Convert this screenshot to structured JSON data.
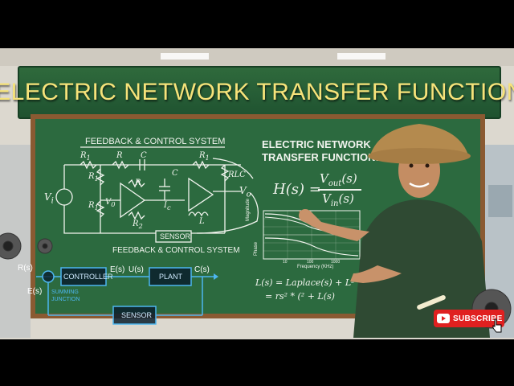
{
  "banner": {
    "title": "ELECTRIC NETWORK TRANSFER FUNCTION"
  },
  "board": {
    "circuit_heading": "FEEDBACK & CONTROL SYSTEM",
    "circuit_caption": "FEEDBACK & CONTROL SYSTEM",
    "sensor_box": "SENSOR",
    "circuit_labels": {
      "r1a": "R",
      "r1a_sub": "1",
      "r_top": "R",
      "c_top": "C",
      "r1_right": "R",
      "r1_right_sub": "1",
      "r1_left": "R",
      "r1_left_sub": "1",
      "r_mid": "R",
      "c_mid": "C",
      "rlc": "RLC",
      "r1_low": "R",
      "r1_low_sub": "1",
      "v0_node": "V",
      "v0_node_sub": "0",
      "vi": "V",
      "vi_sub": "i",
      "ic": "I",
      "ic_sub": "c",
      "r2": "R",
      "r2_sub": "2",
      "l": "L",
      "vo": "V",
      "vo_sub": "o"
    },
    "tf_heading_line1": "ELECTRIC NETWORK",
    "tf_heading_line2": "TRANSFER FUNCTION:",
    "tf_lhs": "H(s) =",
    "tf_numerator": "V",
    "tf_numerator_sub": "out",
    "tf_numerator_arg": "(s)",
    "tf_denominator": "V",
    "tf_denominator_sub": "in",
    "tf_denominator_arg": "(s)",
    "bode": {
      "y_label_top": "Magnitude",
      "y_label_bottom": "Phase",
      "x_label": "Frequency (KHz)",
      "x_ticks": [
        "10",
        "100",
        "1000"
      ]
    },
    "eq1": "L(s) = Laplace(s) + L² * I(s)",
    "eq2": "= rs² * (² + L(s)",
    "block_diagram": {
      "input": "R(s)",
      "error_label": "E(s)",
      "controller": "CONTROLLER",
      "e_out": "E(s)",
      "u_out": "U(s)",
      "plant": "PLANT",
      "output": "C(s)",
      "sensor": "SENSOR",
      "summing_line1": "SUMMING",
      "summing_line2": "JUNCTION"
    }
  },
  "subscribe_button": {
    "label": "SUBSCRIBE"
  },
  "colors": {
    "board_green": "#2c6a3f",
    "title_yellow": "#f6e37a",
    "chalk": "#f1f4ee",
    "blueprint": "#4db6f0",
    "subscribe_red": "#e02020"
  }
}
